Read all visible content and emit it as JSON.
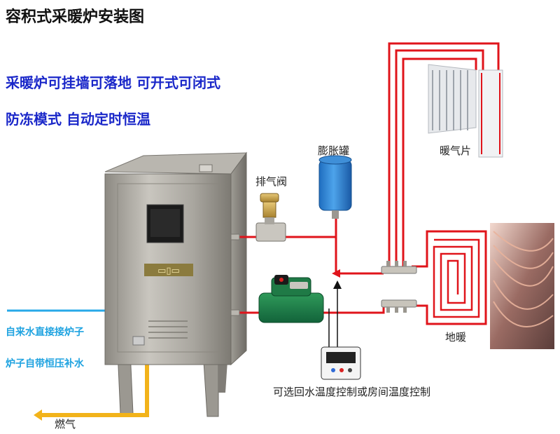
{
  "title": "容积式采暖炉安装图",
  "features": {
    "line1": "采暖炉可挂墙可落地  可开式可闭式",
    "line2": "防冻模式  自动定时恒温"
  },
  "labels": {
    "expansion_tank": "膨胀罐",
    "exhaust_valve": "排气阀",
    "radiator": "暖气片",
    "floor_heating": "地暖",
    "controller_note": "可选回水温度控制或房间温度控制",
    "tap_water_1": "自来水直接接炉子",
    "tap_water_2": "炉子自带恒压补水",
    "gas": "燃气"
  },
  "colors": {
    "hot_pipe": "#e0141b",
    "water_line": "#27a9e8",
    "gas_line": "#f2b31a",
    "heading_blue": "#1a27c9"
  }
}
